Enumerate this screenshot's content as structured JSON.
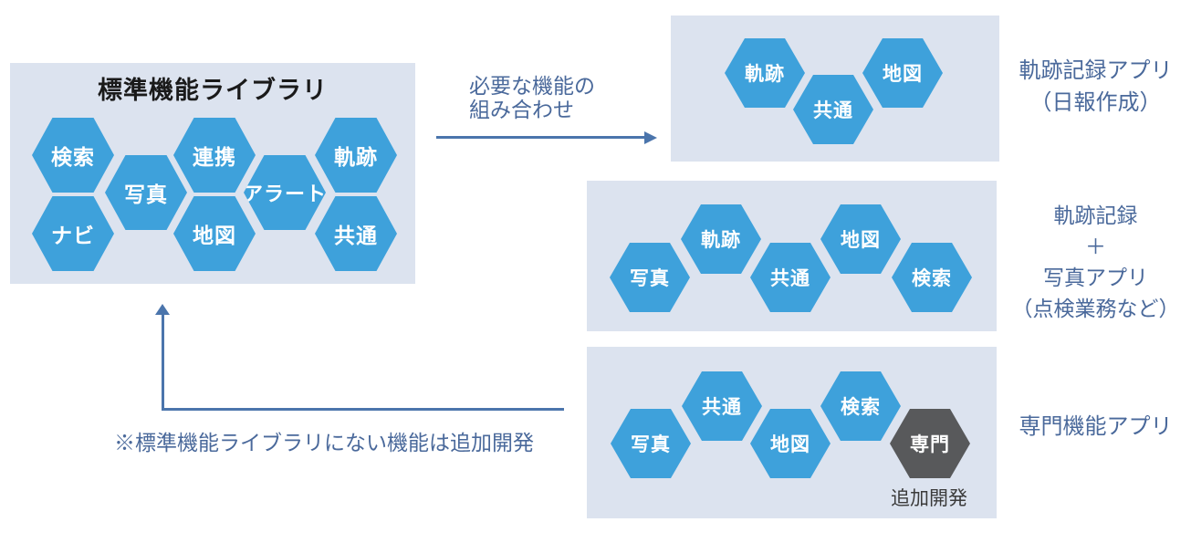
{
  "library": {
    "title": "標準機能ライブラリ",
    "hexes": [
      "検索",
      "写真",
      "連携",
      "アラート",
      "軌跡",
      "ナビ",
      "地図",
      "共通"
    ]
  },
  "flow_arrow": {
    "label_lines": [
      "必要な機能の",
      "組み合わせ"
    ]
  },
  "apps": [
    {
      "hexes": [
        "軌跡",
        "共通",
        "地図"
      ],
      "name_lines": [
        "軌跡記録アプリ",
        "（日報作成）"
      ]
    },
    {
      "hexes": [
        "写真",
        "軌跡",
        "共通",
        "地図",
        "検索"
      ],
      "name_lines": [
        "軌跡記録",
        "＋",
        "写真アプリ",
        "（点検業務など）"
      ]
    },
    {
      "hexes": [
        "写真",
        "共通",
        "地図",
        "検索",
        "専門"
      ],
      "name_lines": [
        "専門機能アプリ"
      ],
      "dev_note": "追加開発"
    }
  ],
  "footnote": "※標準機能ライブラリにない機能は追加開発",
  "colors": {
    "hex_blue": "#3ea1db",
    "hex_dark_gray": "#58595b",
    "panel_bg": "#dce3ef",
    "arrow_blue": "#4b75ac",
    "label_blue_gray": "#4a699b",
    "hex_text": "#ffffff",
    "title_text": "#1a1a1a",
    "dev_note_text": "#3b3b3b"
  }
}
